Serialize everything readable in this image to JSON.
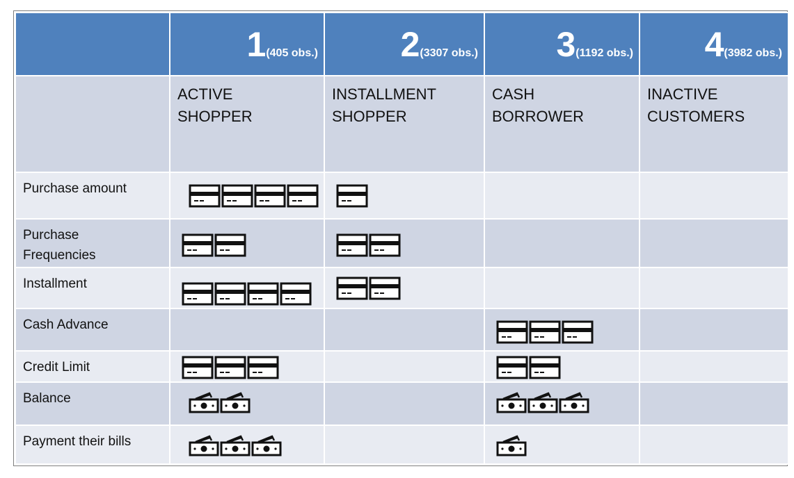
{
  "header": {
    "clusters": [
      {
        "number": "1",
        "obs": "(405 obs.)"
      },
      {
        "number": "2",
        "obs": "(3307 obs.)"
      },
      {
        "number": "3",
        "obs": "(1192 obs.)"
      },
      {
        "number": "4",
        "obs": "(3982 obs.)"
      }
    ]
  },
  "labels": [
    {
      "line1": "ACTIVE",
      "line2": "SHOPPER"
    },
    {
      "line1": "INSTALLMENT",
      "line2": "SHOPPER"
    },
    {
      "line1": "CASH",
      "line2": "BORROWER"
    },
    {
      "line1": "INACTIVE",
      "line2": "CUSTOMERS"
    }
  ],
  "rows": [
    {
      "metric": "Purchase amount",
      "icon": "credit-card-icon",
      "counts": [
        4,
        1,
        0,
        0
      ]
    },
    {
      "metric_line1": "Purchase",
      "metric_line2": "Frequencies",
      "icon": "credit-card-icon",
      "counts": [
        2,
        2,
        0,
        0
      ]
    },
    {
      "metric": "Installment",
      "icon": "credit-card-icon",
      "counts": [
        4,
        2,
        0,
        0
      ]
    },
    {
      "metric": "Cash Advance",
      "icon": "credit-card-icon",
      "counts": [
        0,
        0,
        3,
        0
      ]
    },
    {
      "metric": "Credit Limit",
      "icon": "credit-card-icon",
      "counts": [
        3,
        0,
        2,
        0
      ]
    },
    {
      "metric": "Balance",
      "icon": "cash-bill-icon",
      "counts": [
        2,
        0,
        3,
        0
      ]
    },
    {
      "metric": "Payment their bills",
      "icon": "cash-bill-icon",
      "counts": [
        3,
        0,
        1,
        0
      ]
    }
  ],
  "colors": {
    "header": "#4f81bd",
    "row_dark": "#cfd5e3",
    "row_light": "#e8ebf2"
  }
}
